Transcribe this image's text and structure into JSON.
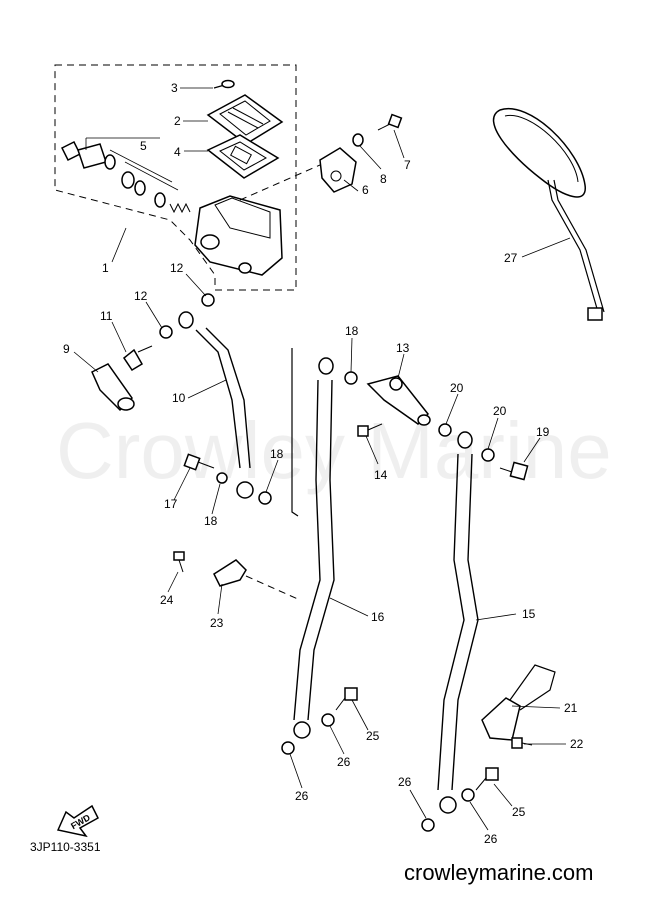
{
  "watermark": "Crowley Marine",
  "diagram_code": "3JP110-3351",
  "site": "crowleymarine.com",
  "fwd_label": "FWD",
  "callouts": {
    "c1": "1",
    "c2": "2",
    "c3": "3",
    "c4": "4",
    "c5": "5",
    "c6": "6",
    "c7": "7",
    "c8": "8",
    "c9": "9",
    "c10": "10",
    "c11": "11",
    "c12a": "12",
    "c12b": "12",
    "c13": "13",
    "c14": "14",
    "c15": "15",
    "c16": "16",
    "c17": "17",
    "c18a": "18",
    "c18b": "18",
    "c18c": "18",
    "c19": "19",
    "c20a": "20",
    "c20b": "20",
    "c21": "21",
    "c22": "22",
    "c23": "23",
    "c24": "24",
    "c25a": "25",
    "c25b": "25",
    "c26a": "26",
    "c26b": "26",
    "c26c": "26",
    "c26d": "26",
    "c27": "27"
  }
}
